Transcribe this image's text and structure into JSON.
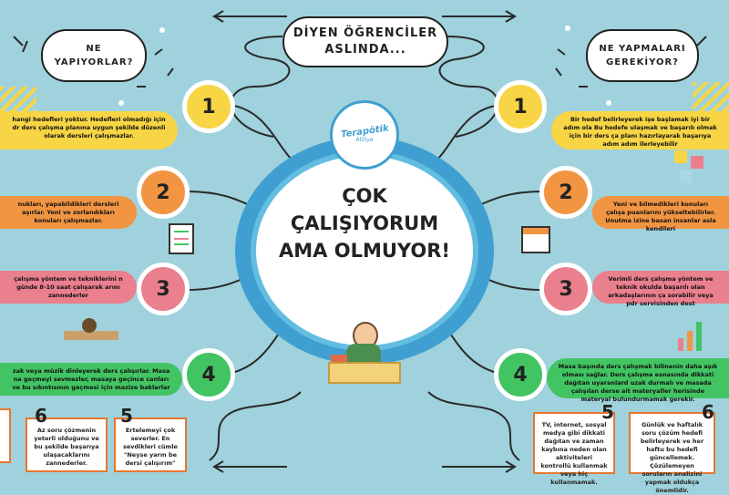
{
  "header": {
    "top": "DİYEN ÖĞRENCİLER",
    "bottom": "ASLINDA..."
  },
  "left_bubble": {
    "line1": "NE",
    "line2": "YAPIYORLAR?"
  },
  "right_bubble": {
    "line1": "NE YAPMALARI",
    "line2": "GEREKİYOR?"
  },
  "logo": {
    "name": "Terapötik",
    "sub": "Atölye"
  },
  "center": {
    "line1": "ÇOK",
    "line2": "ÇALIŞIYORUM",
    "line3": "AMA OLMUYOR!"
  },
  "colors": {
    "yellow": "#f7d545",
    "orange": "#f19543",
    "pink": "#ea7f8e",
    "green": "#43c463",
    "teal": "#3f9fd0"
  },
  "left_items": [
    {
      "number": "1",
      "text": "hangi hedefleri yoktur. Hedefleri olmadığı için dr ders çalışma planına uygun şekilde düzenli olarak dersleri çalışmazlar."
    },
    {
      "number": "2",
      "text": "nukları, yapabildikleri dersleri aşırlar. Yeni ve zorlandıkları konuları çalışmazlar."
    },
    {
      "number": "3",
      "text": "çalışma yöntem ve tekniklerini n günde 8-10 saat çalışarak arını zannederler"
    },
    {
      "number": "4",
      "text": "zak veya müzik dinleyerek ders çalışırlar. Masa na geçmeyi sevmezler, masaya geçince canları ve bu sıkıntısının geçmesi için mazize baklarlar"
    }
  ],
  "right_items": [
    {
      "number": "1",
      "text": "Bir hedef belirleyerek işe başlamak iyi bir adım ola Bu hedefe ulaşmak ve başarılı olmak için bir ders ça planı hazırlayarak başarıya adım adım ilerleyebilir"
    },
    {
      "number": "2",
      "text": "Yeni ve bilmedikleri konuları çalışa puanlarını yükseltebilirler. Unutma izine basan insanlar asla kendileri"
    },
    {
      "number": "3",
      "text": "Verimli ders çalışma yöntem ve teknik okulda başarılı olan arkadaşlarının ça sorabilir veya pdr servisinden dest"
    },
    {
      "number": "4",
      "text": "Masa başında ders çalışmak bilinenin daha aşık olması sağlar. Ders çalışma esnasında dikkati dağıtan uyaranlard uzak durmalı ve masada çalışılan derse ait materyaller herisinde materyal bulundurmamak gerekir."
    }
  ],
  "bottom_cards": [
    {
      "number": "6",
      "text": "Az soru çözmenin yeterli olduğunu ve bu şekilde başarıya ulaşacaklarını zannederler."
    },
    {
      "number": "5",
      "text": "Ertelemeyi çok severler. En sevdikleri cümle \"Neyse yarın be dersi çalışırım\""
    },
    {
      "number": "5",
      "text": "TV, internet, sosyal medya gibi dikkati dağıtan ve zaman kaybına neden olan aktiviteleri kontrollü kullanmak veya hiç kullanmamak."
    },
    {
      "number": "6",
      "text": "Günlük ve haftalık soru çözüm hedefi belirleyerek ve her haftu bu hedefi güncellemek. Çözülemeyen soruların analizini yapmak oldukça önemlidir."
    }
  ]
}
